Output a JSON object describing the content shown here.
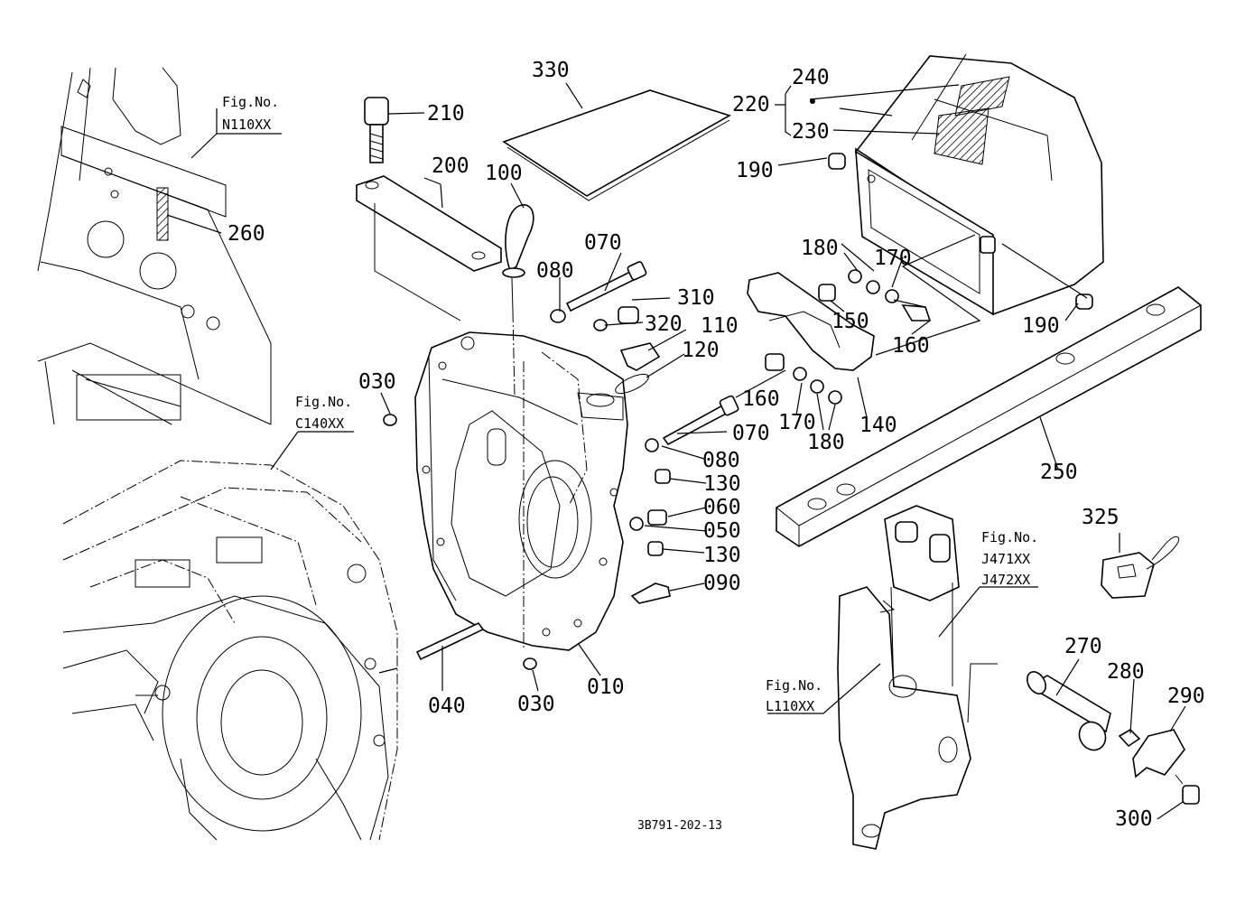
{
  "diagram_code": "3B791-202-13",
  "fig_refs": [
    {
      "id": "n110",
      "label": "Fig.No.",
      "number": "N110XX"
    },
    {
      "id": "c140",
      "label": "Fig.No.",
      "number": "C140XX"
    },
    {
      "id": "j471",
      "label": "Fig.No.",
      "number": "J471XX",
      "number2": "J472XX"
    },
    {
      "id": "l110",
      "label": "Fig.No.",
      "number": "L110XX"
    }
  ],
  "parts": [
    "330",
    "210",
    "200",
    "100",
    "220",
    "240",
    "230",
    "190",
    "260",
    "070",
    "080",
    "310",
    "320",
    "110",
    "120",
    "180",
    "170",
    "150",
    "160",
    "030",
    "160",
    "070",
    "170",
    "180",
    "140",
    "190",
    "080",
    "130",
    "060",
    "050",
    "130",
    "090",
    "250",
    "325",
    "010",
    "040",
    "030",
    "270",
    "280",
    "290",
    "300"
  ]
}
